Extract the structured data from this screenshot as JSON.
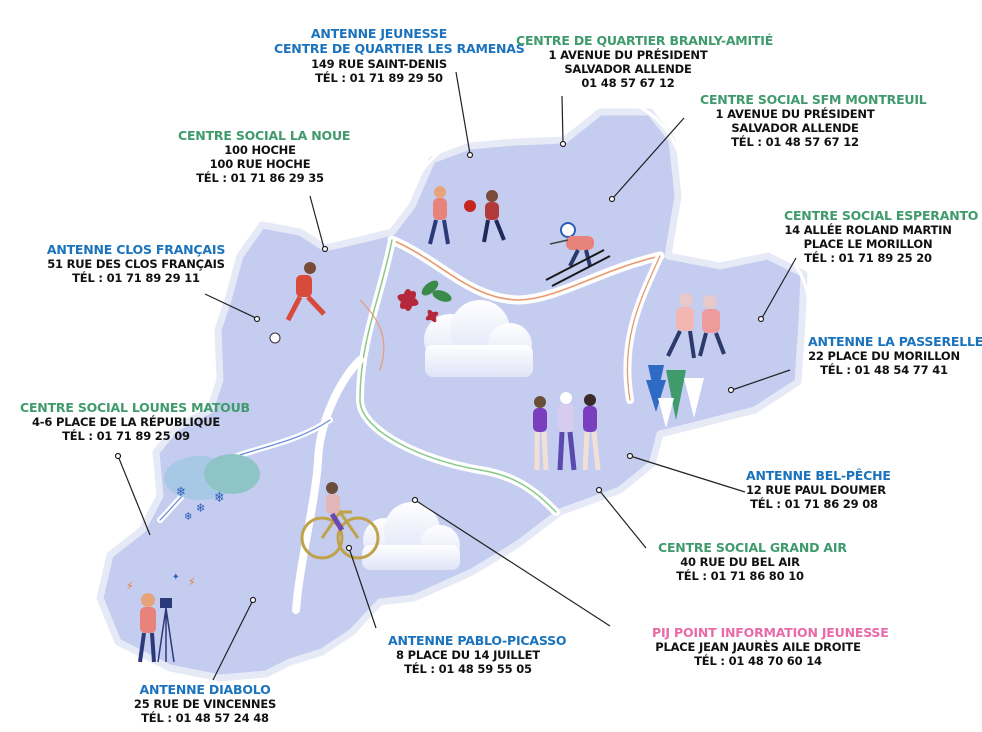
{
  "colors": {
    "land": "#c4ccf0",
    "land_edge": "#e6eaf6",
    "road_orange": "#e89a6d",
    "road_green": "#8cc88a",
    "road_blue": "#6f8fd8",
    "leader": "#222222",
    "blue_title": "#1a73bc",
    "green_title": "#3f9a6c",
    "pink_title": "#e96aa8"
  },
  "locations": [
    {
      "id": "jeunesse-ramenas",
      "color": "blue",
      "title": [
        "ANTENNE JEUNESSE",
        "CENTRE DE QUARTIER LES RAMENAS"
      ],
      "details": [
        "149 RUE SAINT-DENIS",
        "TÉL : 01 71 89 29 50"
      ]
    },
    {
      "id": "branly-amitie",
      "color": "green",
      "title": [
        "CENTRE DE QUARTIER BRANLY-AMITIÉ"
      ],
      "details": [
        "1 AVENUE DU PRÉSIDENT",
        "SALVADOR ALLENDE",
        "01 48 57 67 12"
      ]
    },
    {
      "id": "sfm-montreuil",
      "color": "green",
      "title": [
        "CENTRE SOCIAL SFM MONTREUIL"
      ],
      "details": [
        "1 AVENUE DU PRÉSIDENT",
        "SALVADOR ALLENDE",
        "TÉL : 01 48 57 67 12"
      ]
    },
    {
      "id": "la-noue",
      "color": "green",
      "title": [
        "CENTRE SOCIAL LA NOUE"
      ],
      "details": [
        "100 HOCHE",
        "100 RUE HOCHE",
        "TÉL : 01 71 86 29 35"
      ]
    },
    {
      "id": "clos-francais",
      "color": "blue",
      "title": [
        "ANTENNE CLOS FRANÇAIS"
      ],
      "details": [
        "51 RUE DES CLOS FRANÇAIS",
        "TÉL : 01 71 89 29 11"
      ]
    },
    {
      "id": "esperanto",
      "color": "green",
      "title": [
        "CENTRE SOCIAL ESPERANTO"
      ],
      "details": [
        "14 ALLÉE ROLAND MARTIN",
        "PLACE LE MORILLON",
        "TÉL : 01 71 89 25 20"
      ]
    },
    {
      "id": "passerelle",
      "color": "blue",
      "title": [
        "ANTENNE LA PASSERELLE"
      ],
      "details": [
        "22 PLACE DU MORILLON",
        "TÉL : 01 48 54 77 41"
      ]
    },
    {
      "id": "lounes-matoub",
      "color": "green",
      "title": [
        "CENTRE SOCIAL LOUNES MATOUB"
      ],
      "details": [
        "4-6 PLACE DE LA RÉPUBLIQUE",
        "TÉL : 01 71 89 25 09"
      ]
    },
    {
      "id": "bel-peche",
      "color": "blue",
      "title": [
        "ANTENNE BEL-PÊCHE"
      ],
      "details": [
        "12 RUE PAUL DOUMER",
        "TÉL : 01 71 86 29 08"
      ]
    },
    {
      "id": "grand-air",
      "color": "green",
      "title": [
        "CENTRE SOCIAL GRAND AIR"
      ],
      "details": [
        "40 RUE DU BEL AIR",
        "TÉL : 01 71 86 80 10"
      ]
    },
    {
      "id": "pij",
      "color": "pink",
      "title": [
        "PIJ POINT INFORMATION JEUNESSE"
      ],
      "details": [
        "PLACE JEAN JAURÈS AILE DROITE",
        "TÉL : 01 48 70 60 14"
      ]
    },
    {
      "id": "pablo-picasso",
      "color": "blue",
      "title": [
        "ANTENNE PABLO-PICASSO"
      ],
      "details": [
        "8 PLACE DU 14 JUILLET",
        "TÉL : 01 48 59 55 05"
      ]
    },
    {
      "id": "diabolo",
      "color": "blue",
      "title": [
        "ANTENNE DIABOLO"
      ],
      "details": [
        "25 RUE DE VINCENNES",
        "TÉL : 01 48 57 24 48"
      ]
    }
  ]
}
